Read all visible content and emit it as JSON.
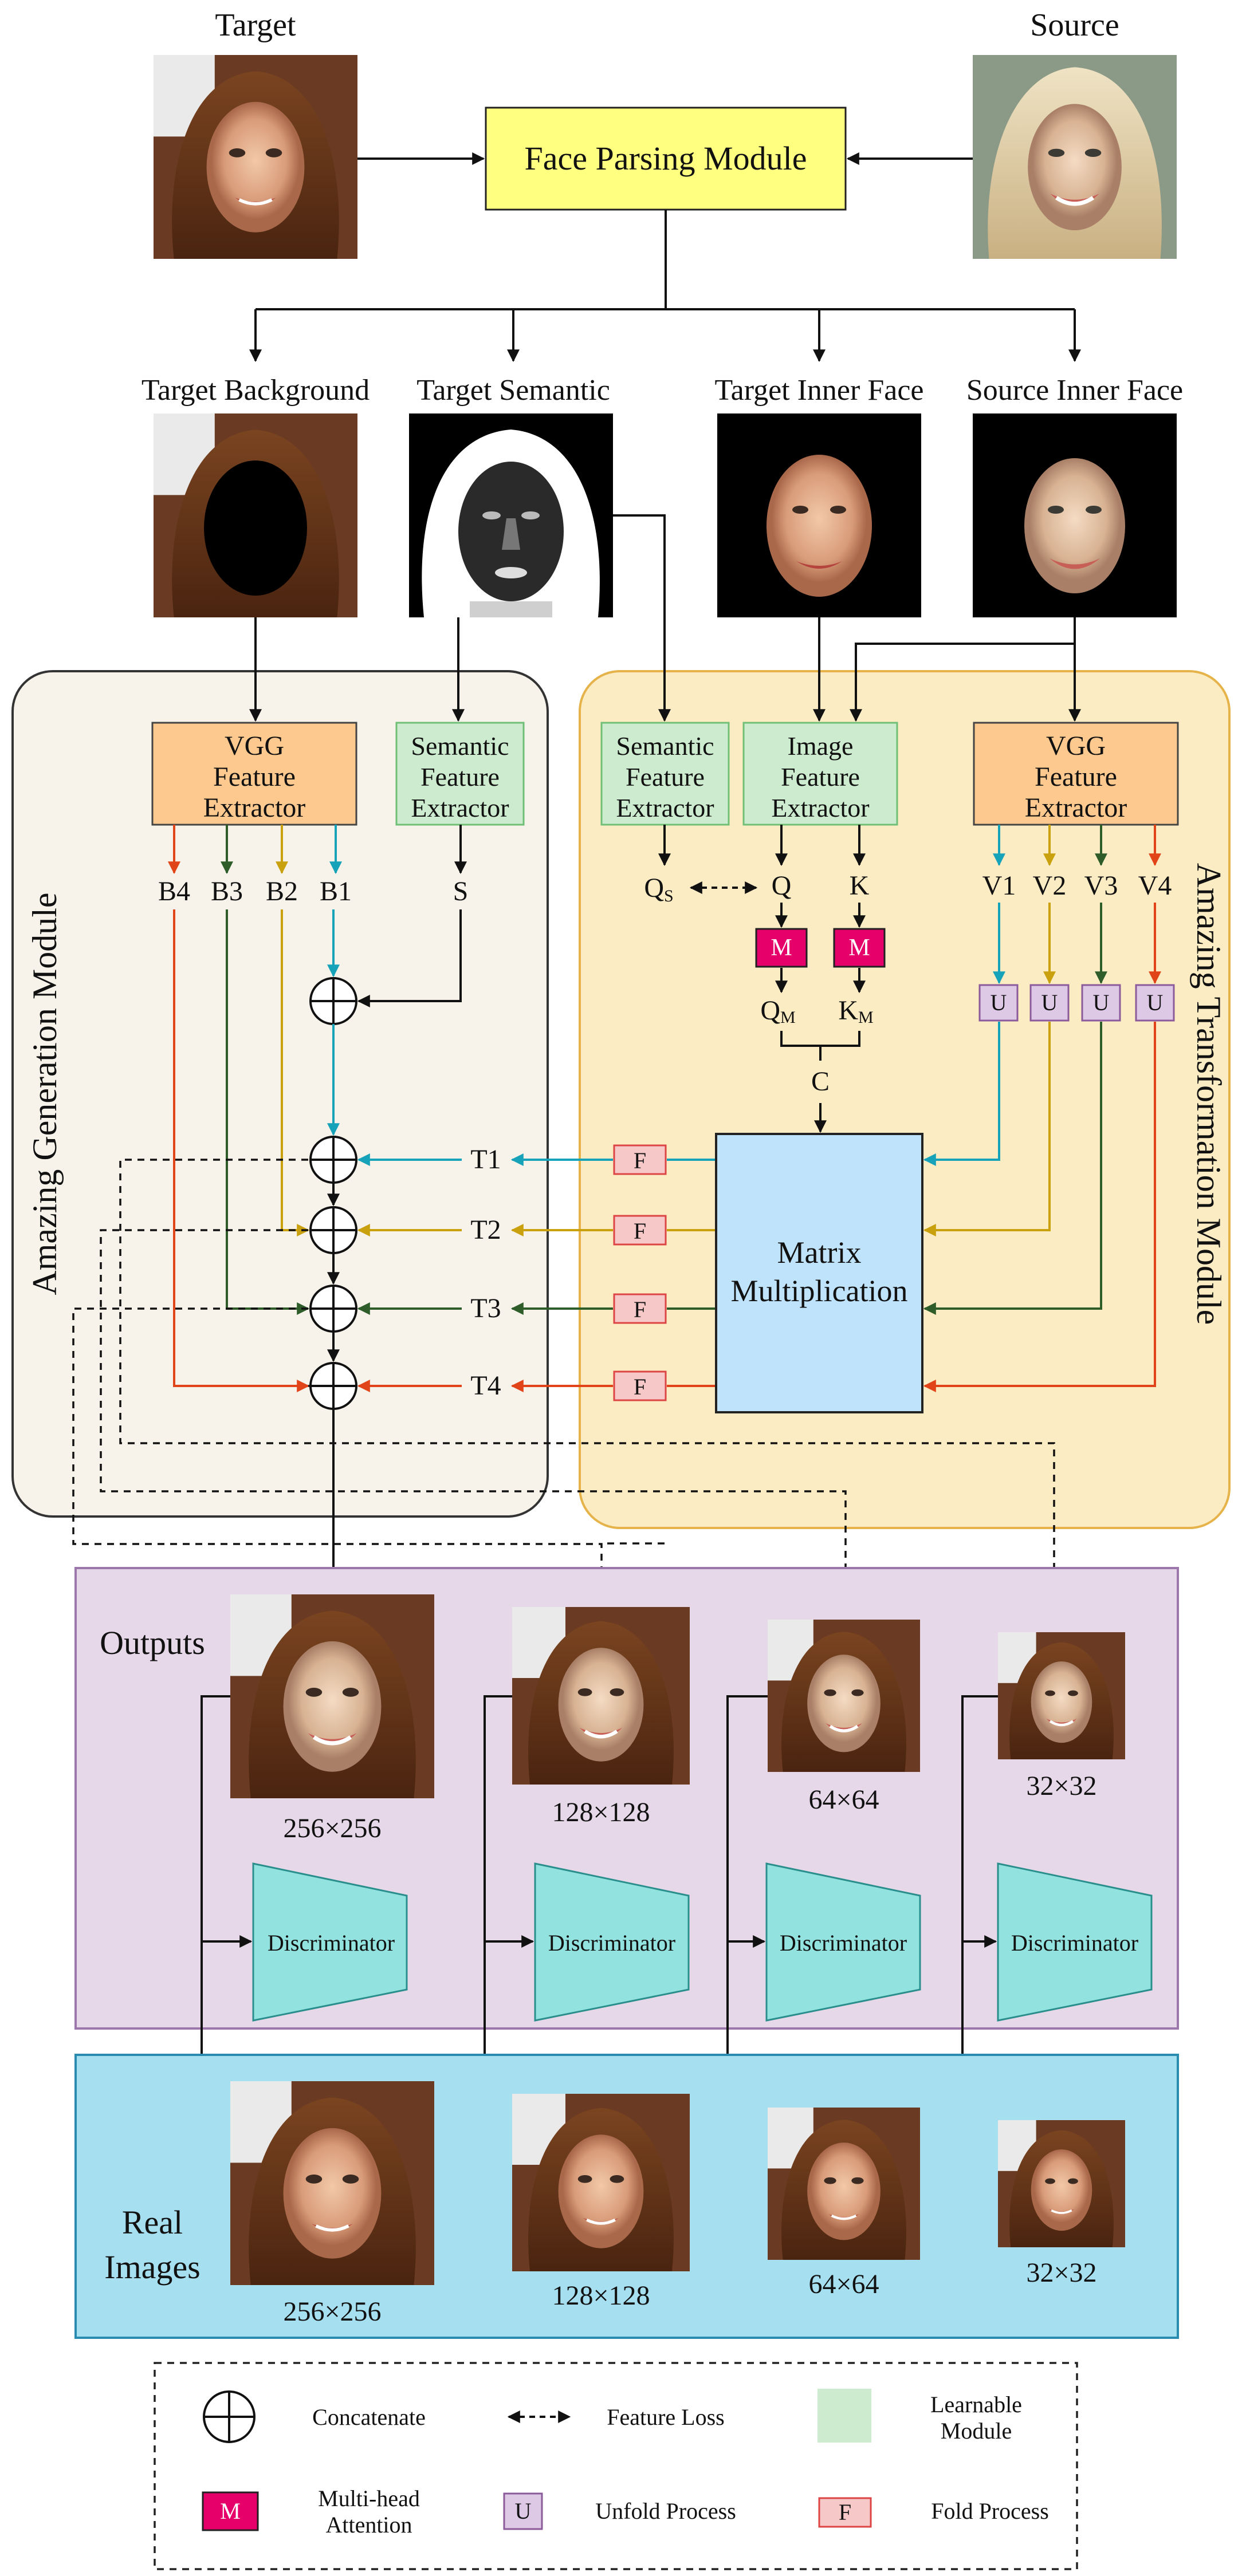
{
  "inputs": {
    "target_label": "Target",
    "source_label": "Source",
    "face_parsing_label": "Face Parsing Module"
  },
  "parsed": {
    "target_background": "Target Background",
    "target_semantic": "Target Semantic",
    "target_inner_face": "Target Inner Face",
    "source_inner_face": "Source Inner Face"
  },
  "modules": {
    "generation_title": "Amazing Generation Module",
    "transformation_title": "Amazing Transformation Module",
    "vgg_left": [
      "VGG",
      "Feature",
      "Extractor"
    ],
    "semantic_left": [
      "Semantic",
      "Feature",
      "Extractor"
    ],
    "semantic_right": [
      "Semantic",
      "Feature",
      "Extractor"
    ],
    "image_right": [
      "Image",
      "Feature",
      "Extractor"
    ],
    "vgg_right": [
      "VGG",
      "Feature",
      "Extractor"
    ],
    "matrix": [
      "Matrix",
      "Multiplication"
    ]
  },
  "features": {
    "b": [
      "B4",
      "B3",
      "B2",
      "B1"
    ],
    "s": "S",
    "v": [
      "V1",
      "V2",
      "V3",
      "V4"
    ],
    "t": [
      "T1",
      "T2",
      "T3",
      "T4"
    ],
    "qs": "Q",
    "qs_sub": "S",
    "q": "Q",
    "k": "K",
    "qm": "Q",
    "qm_sub": "M",
    "km": "K",
    "km_sub": "M",
    "c": "C",
    "m_box": "M",
    "u_box": "U",
    "f_box": "F"
  },
  "outputs": {
    "title": "Outputs",
    "real_title": [
      "Real",
      "Images"
    ],
    "sizes": [
      "256×256",
      "128×128",
      "64×64",
      "32×32"
    ],
    "discriminator": "Discriminator"
  },
  "legend": {
    "concatenate": "Concatenate",
    "feature_loss": "Feature Loss",
    "learnable": [
      "Learnable",
      "Module"
    ],
    "mha": [
      "Multi-head",
      "Attention"
    ],
    "mha_box": "M",
    "unfold": "Unfold Process",
    "unfold_box": "U",
    "fold": "Fold Process",
    "fold_box": "F"
  },
  "colors": {
    "yellow_box": "#ffff80",
    "vgg_fill": "#fdc98e",
    "learnable_fill": "#cdeccf",
    "matrix_fill": "#bfe3fb",
    "mha_fill": "#e5006a",
    "unfold_fill": "#ddc8e6",
    "fold_fill": "#f7c8c8",
    "teal": "#16a2b8",
    "gold": "#c9a10f",
    "green": "#2e5d2a",
    "red": "#e04418",
    "outputs_bg": "#e6d8e8",
    "real_bg": "#a5dff0",
    "disc_fill": "#92e3e0"
  }
}
